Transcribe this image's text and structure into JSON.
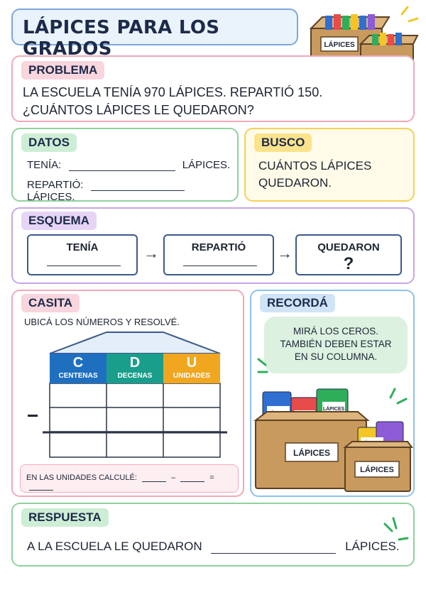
{
  "title": "LÁPICES PARA LOS GRADOS",
  "problema": {
    "tag": "PROBLEMA",
    "line1": "LA ESCUELA TENÍA 970 LÁPICES. REPARTIÓ 150.",
    "line2": "¿CUÁNTOS LÁPICES LE QUEDARON?"
  },
  "datos": {
    "tag": "DATOS",
    "row1_label": "TENÍA:",
    "row1_unit": "LÁPICES.",
    "row2_label": "REPARTIÓ:",
    "row2_unit": "LÁPICES."
  },
  "busco": {
    "tag": "BUSCO",
    "line1": "CUÁNTOS LÁPICES",
    "line2": "QUEDARON."
  },
  "esquema": {
    "tag": "ESQUEMA",
    "box1": "TENÍA",
    "box2": "REPARTIÓ",
    "box3": "QUEDARON",
    "box3_value": "?",
    "arrow": "→"
  },
  "casita": {
    "tag": "CASITA",
    "instruction": "UBICÁ LOS NÚMEROS Y RESOLVÉ.",
    "columns": [
      {
        "letter": "C",
        "name": "CENTENAS",
        "color": "#1f6fc1"
      },
      {
        "letter": "D",
        "name": "DECENAS",
        "color": "#1a9e8c"
      },
      {
        "letter": "U",
        "name": "UNIDADES",
        "color": "#f0a61f"
      }
    ],
    "operator": "−",
    "bottom_label": "EN LAS UNIDADES CALCULÉ:",
    "bottom_minus": "–",
    "bottom_equals": "="
  },
  "recorda": {
    "tag": "RECORDÁ",
    "line1": "MIRÁ LOS CEROS.",
    "line2": "TAMBIÉN DEBEN ESTAR",
    "line3": "EN SU COLUMNA."
  },
  "respuesta": {
    "tag": "RESPUESTA",
    "before": "A LA ESCUELA LE QUEDARON",
    "after": "LÁPICES."
  },
  "box_label": "LÁPICES"
}
